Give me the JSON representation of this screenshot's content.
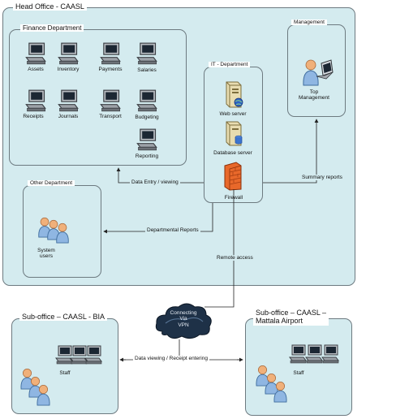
{
  "head_office": {
    "title": "Head Office - CAASL"
  },
  "finance": {
    "title": "Finance Department",
    "items": [
      "Assets",
      "Inventory",
      "Payments",
      "Salaries",
      "Receipts",
      "Journals",
      "Transport",
      "Budgeting",
      "Reporting"
    ]
  },
  "it": {
    "title": "IT - Department",
    "web_server": "Web server",
    "db_server": "Database server",
    "firewall": "Firewall"
  },
  "management": {
    "title": "Management",
    "top_line1": "Top",
    "top_line2": "Management"
  },
  "other_dept": {
    "title": "Other Department",
    "users_line1": "System",
    "users_line2": "users"
  },
  "connections": {
    "data_entry": "Data Entry / viewing",
    "summary": "Summary reports",
    "departmental": "Departmental Reports",
    "remote": "Remote access",
    "data_viewing": "Data viewing / Receipt entering"
  },
  "cloud": {
    "line1": "Connecting",
    "line2": "Via",
    "line3": "VPN"
  },
  "sub_bia": {
    "title": "Sub-office – CAASL - BIA",
    "staff": "Staff"
  },
  "sub_mattala": {
    "title_line1": "Sub-office – CAASL –",
    "title_line2": "Mattala Airport",
    "staff": "Staff"
  }
}
